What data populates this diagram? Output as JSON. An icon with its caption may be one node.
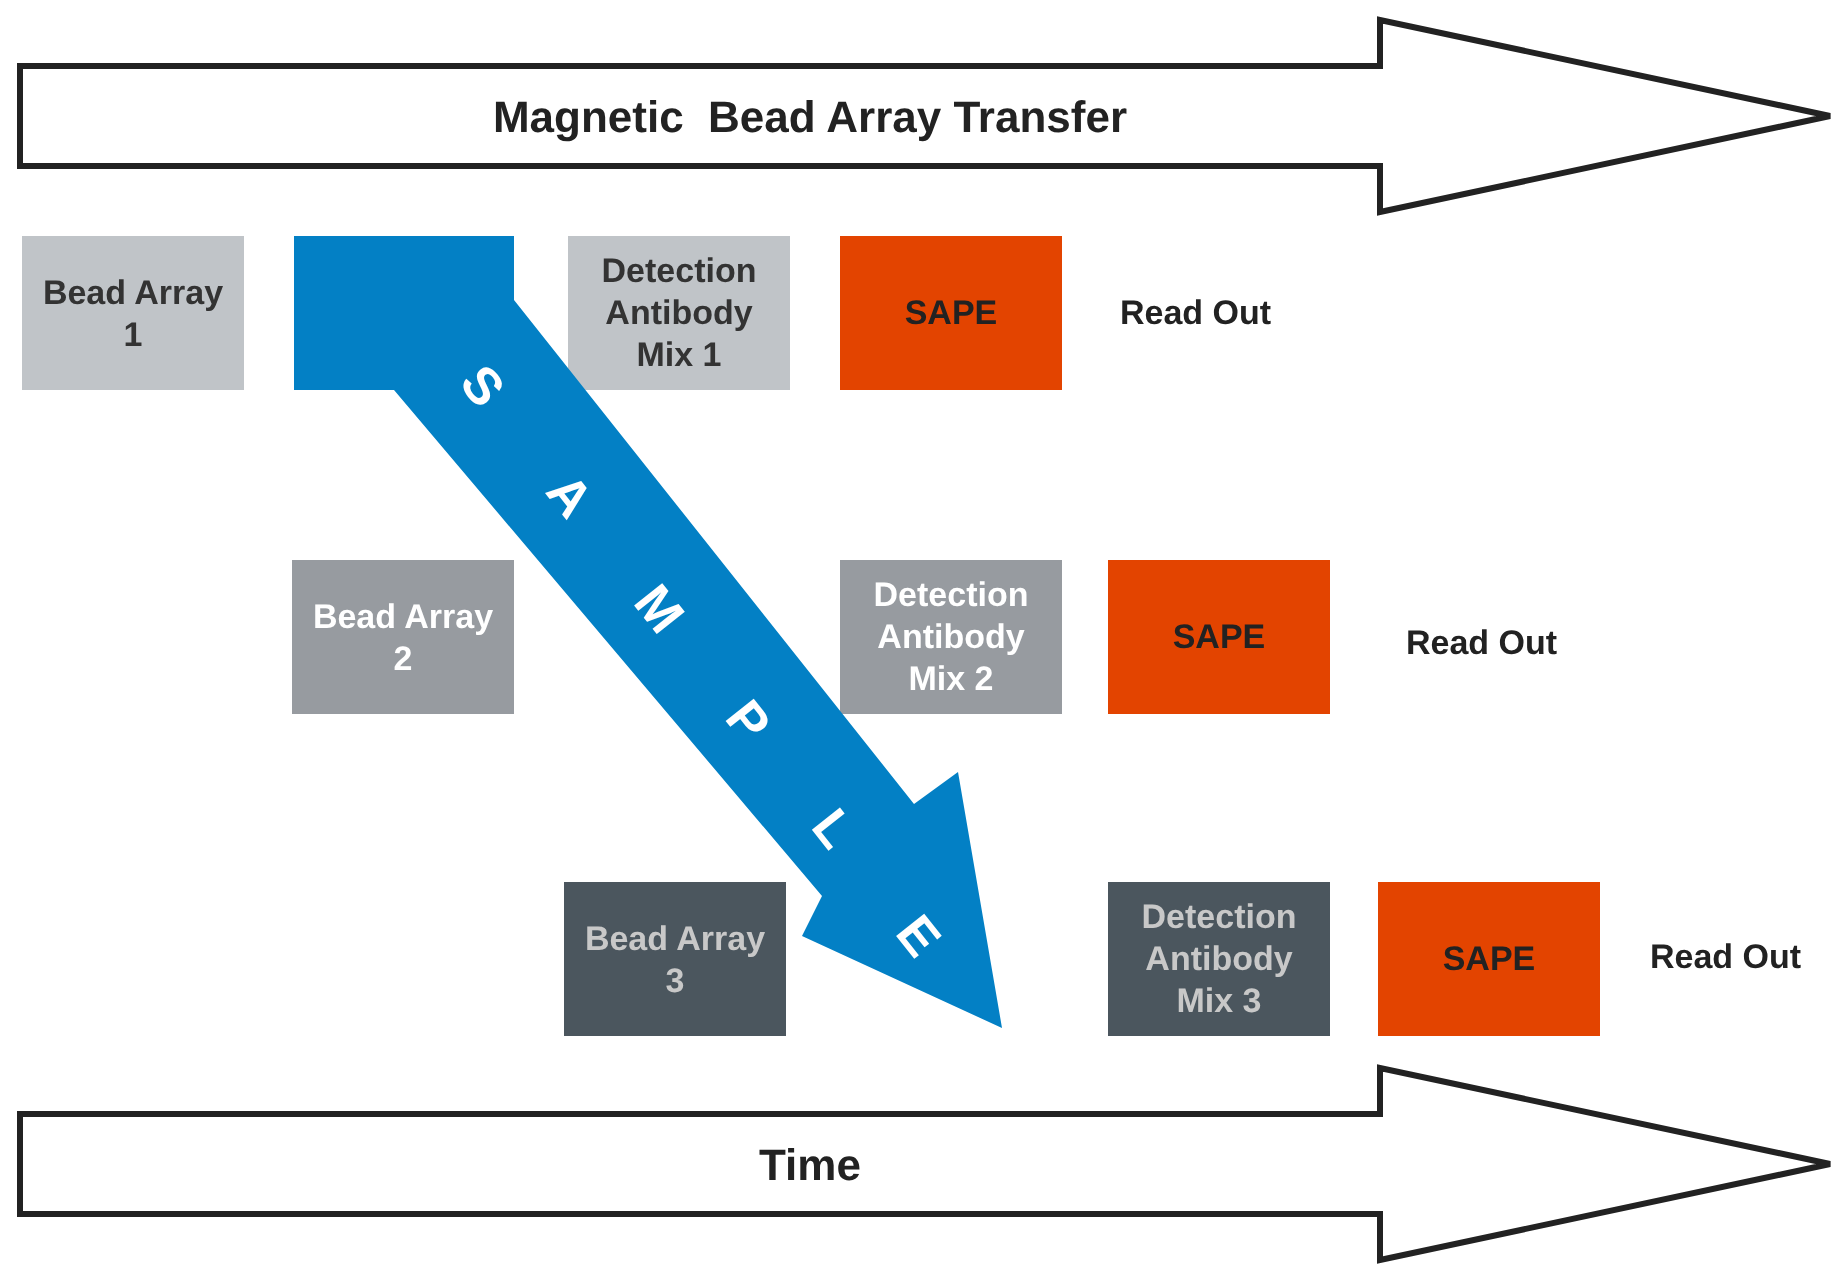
{
  "diagram": {
    "nodes": [
      {
        "text": [
          "Magnetic  Bead Array Transfer"
        ]
      },
      {
        "text": [
          "Bead Array 1"
        ]
      },
      {
        "text": [
          "SAMPLE"
        ]
      },
      {
        "text": [
          "Detection Antibody Mix 1"
        ]
      },
      {
        "text": [
          "SAPE"
        ]
      },
      {
        "text": [
          "Bead Array 2"
        ]
      },
      {
        "text": [
          "Detection Antibody Mix 2"
        ]
      },
      {
        "text": [
          "SAPE"
        ]
      },
      {
        "text": [
          "Bead Array 3"
        ]
      },
      {
        "text": [
          "Detection Antibody Mix 3"
        ]
      },
      {
        "text": [
          "SAPE"
        ]
      },
      {
        "text": [
          "Time"
        ]
      }
    ],
    "labels": [
      "Read Out",
      "Read Out",
      "Read Out"
    ]
  }
}
